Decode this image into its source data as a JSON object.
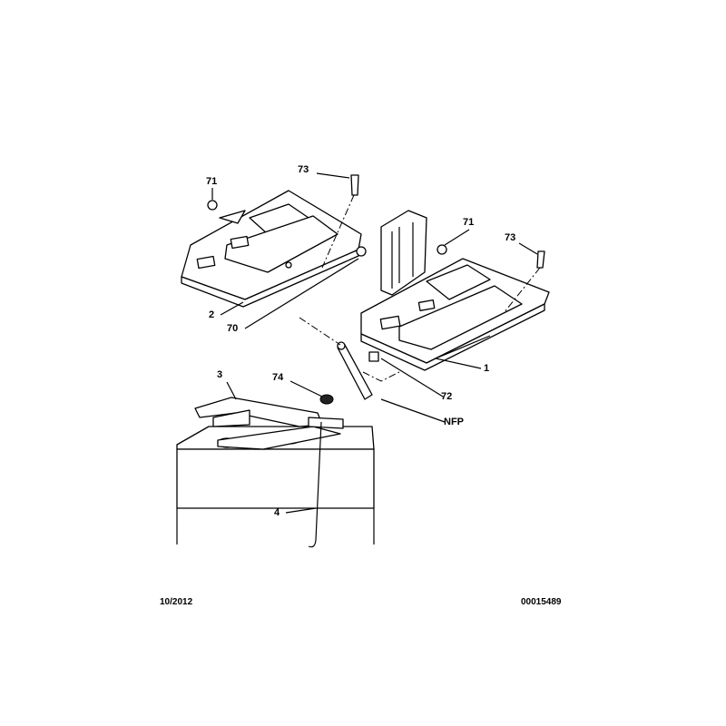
{
  "callouts": {
    "c71a": "71",
    "c73a": "73",
    "c71b": "71",
    "c73b": "73",
    "c2": "2",
    "c70": "70",
    "c1": "1",
    "c72": "72",
    "c74": "74",
    "c3": "3",
    "nfp": "NFP",
    "c4": "4"
  },
  "footer": {
    "date": "10/2012",
    "reference": "00015489"
  }
}
